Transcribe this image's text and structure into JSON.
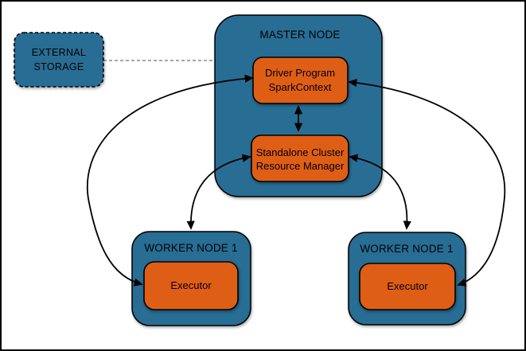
{
  "colors": {
    "node_fill": "#286D94",
    "component_fill": "#DF5E15",
    "outline": "#000000",
    "dashed_connector": "#8A8A8A",
    "background": "#FFFFFF"
  },
  "nodes": {
    "external_storage": {
      "label_line1": "EXTERNAL",
      "label_line2": "STORAGE"
    },
    "master_node": {
      "title": "MASTER NODE"
    },
    "driver_program": {
      "label_line1": "Driver Program",
      "label_line2": "SparkContext"
    },
    "resource_manager": {
      "label_line1": "Standalone Cluster",
      "label_line2": "Resource Manager"
    },
    "worker_node_left": {
      "title": "WORKER NODE 1",
      "executor_label": "Executor"
    },
    "worker_node_right": {
      "title": "WORKER NODE 1",
      "executor_label": "Executor"
    }
  }
}
